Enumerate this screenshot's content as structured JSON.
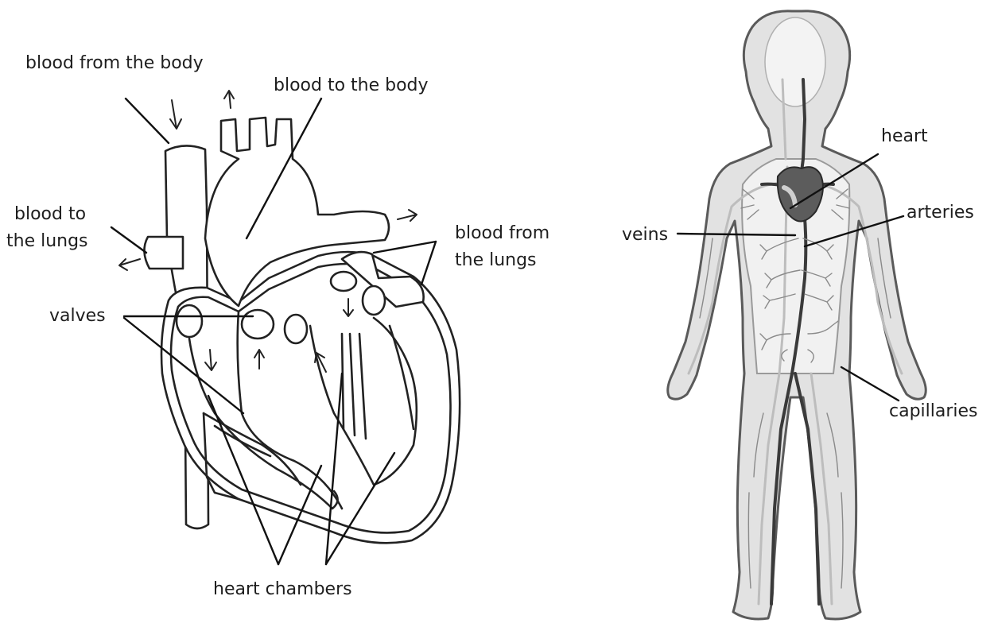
{
  "heart_diagram": {
    "labels": {
      "blood_from_body": "blood from the body",
      "blood_to_body": "blood to the body",
      "blood_to_lungs_line1": "blood to",
      "blood_to_lungs_line2": "the lungs",
      "blood_from_lungs_line1": "blood from",
      "blood_from_lungs_line2": "the lungs",
      "valves": "valves",
      "heart_chambers": "heart chambers"
    }
  },
  "body_diagram": {
    "labels": {
      "heart": "heart",
      "arteries": "arteries",
      "veins": "veins",
      "capillaries": "capillaries"
    }
  }
}
